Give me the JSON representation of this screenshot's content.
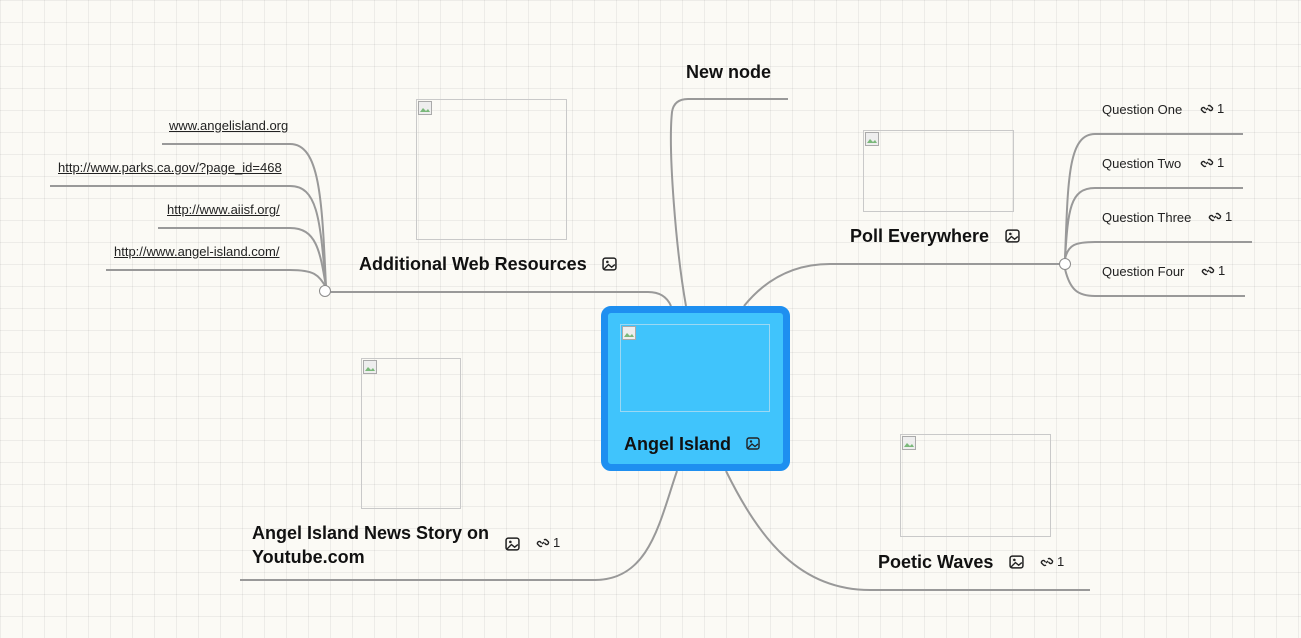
{
  "central": {
    "title": "Angel Island"
  },
  "topics": {
    "new_node": {
      "title": "New node"
    },
    "poll": {
      "title": "Poll Everywhere",
      "questions": [
        {
          "label": "Question One",
          "link_count": "1"
        },
        {
          "label": "Question Two",
          "link_count": "1"
        },
        {
          "label": "Question Three",
          "link_count": "1"
        },
        {
          "label": "Question Four",
          "link_count": "1"
        }
      ]
    },
    "web": {
      "title": "Additional Web Resources",
      "links": [
        "www.angelisland.org",
        "http://www.parks.ca.gov/?page_id=468",
        "http://www.aiisf.org/",
        "http://www.angel-island.com/"
      ]
    },
    "news": {
      "title_line1": "Angel Island News Story on",
      "title_line2": "Youtube.com",
      "link_count": "1"
    },
    "poetic": {
      "title": "Poetic Waves",
      "link_count": "1"
    }
  },
  "colors": {
    "line": "#999999",
    "root_border": "#1e8ff0",
    "root_fill": "#40c4fc",
    "grid_bg": "#fbfaf5"
  }
}
